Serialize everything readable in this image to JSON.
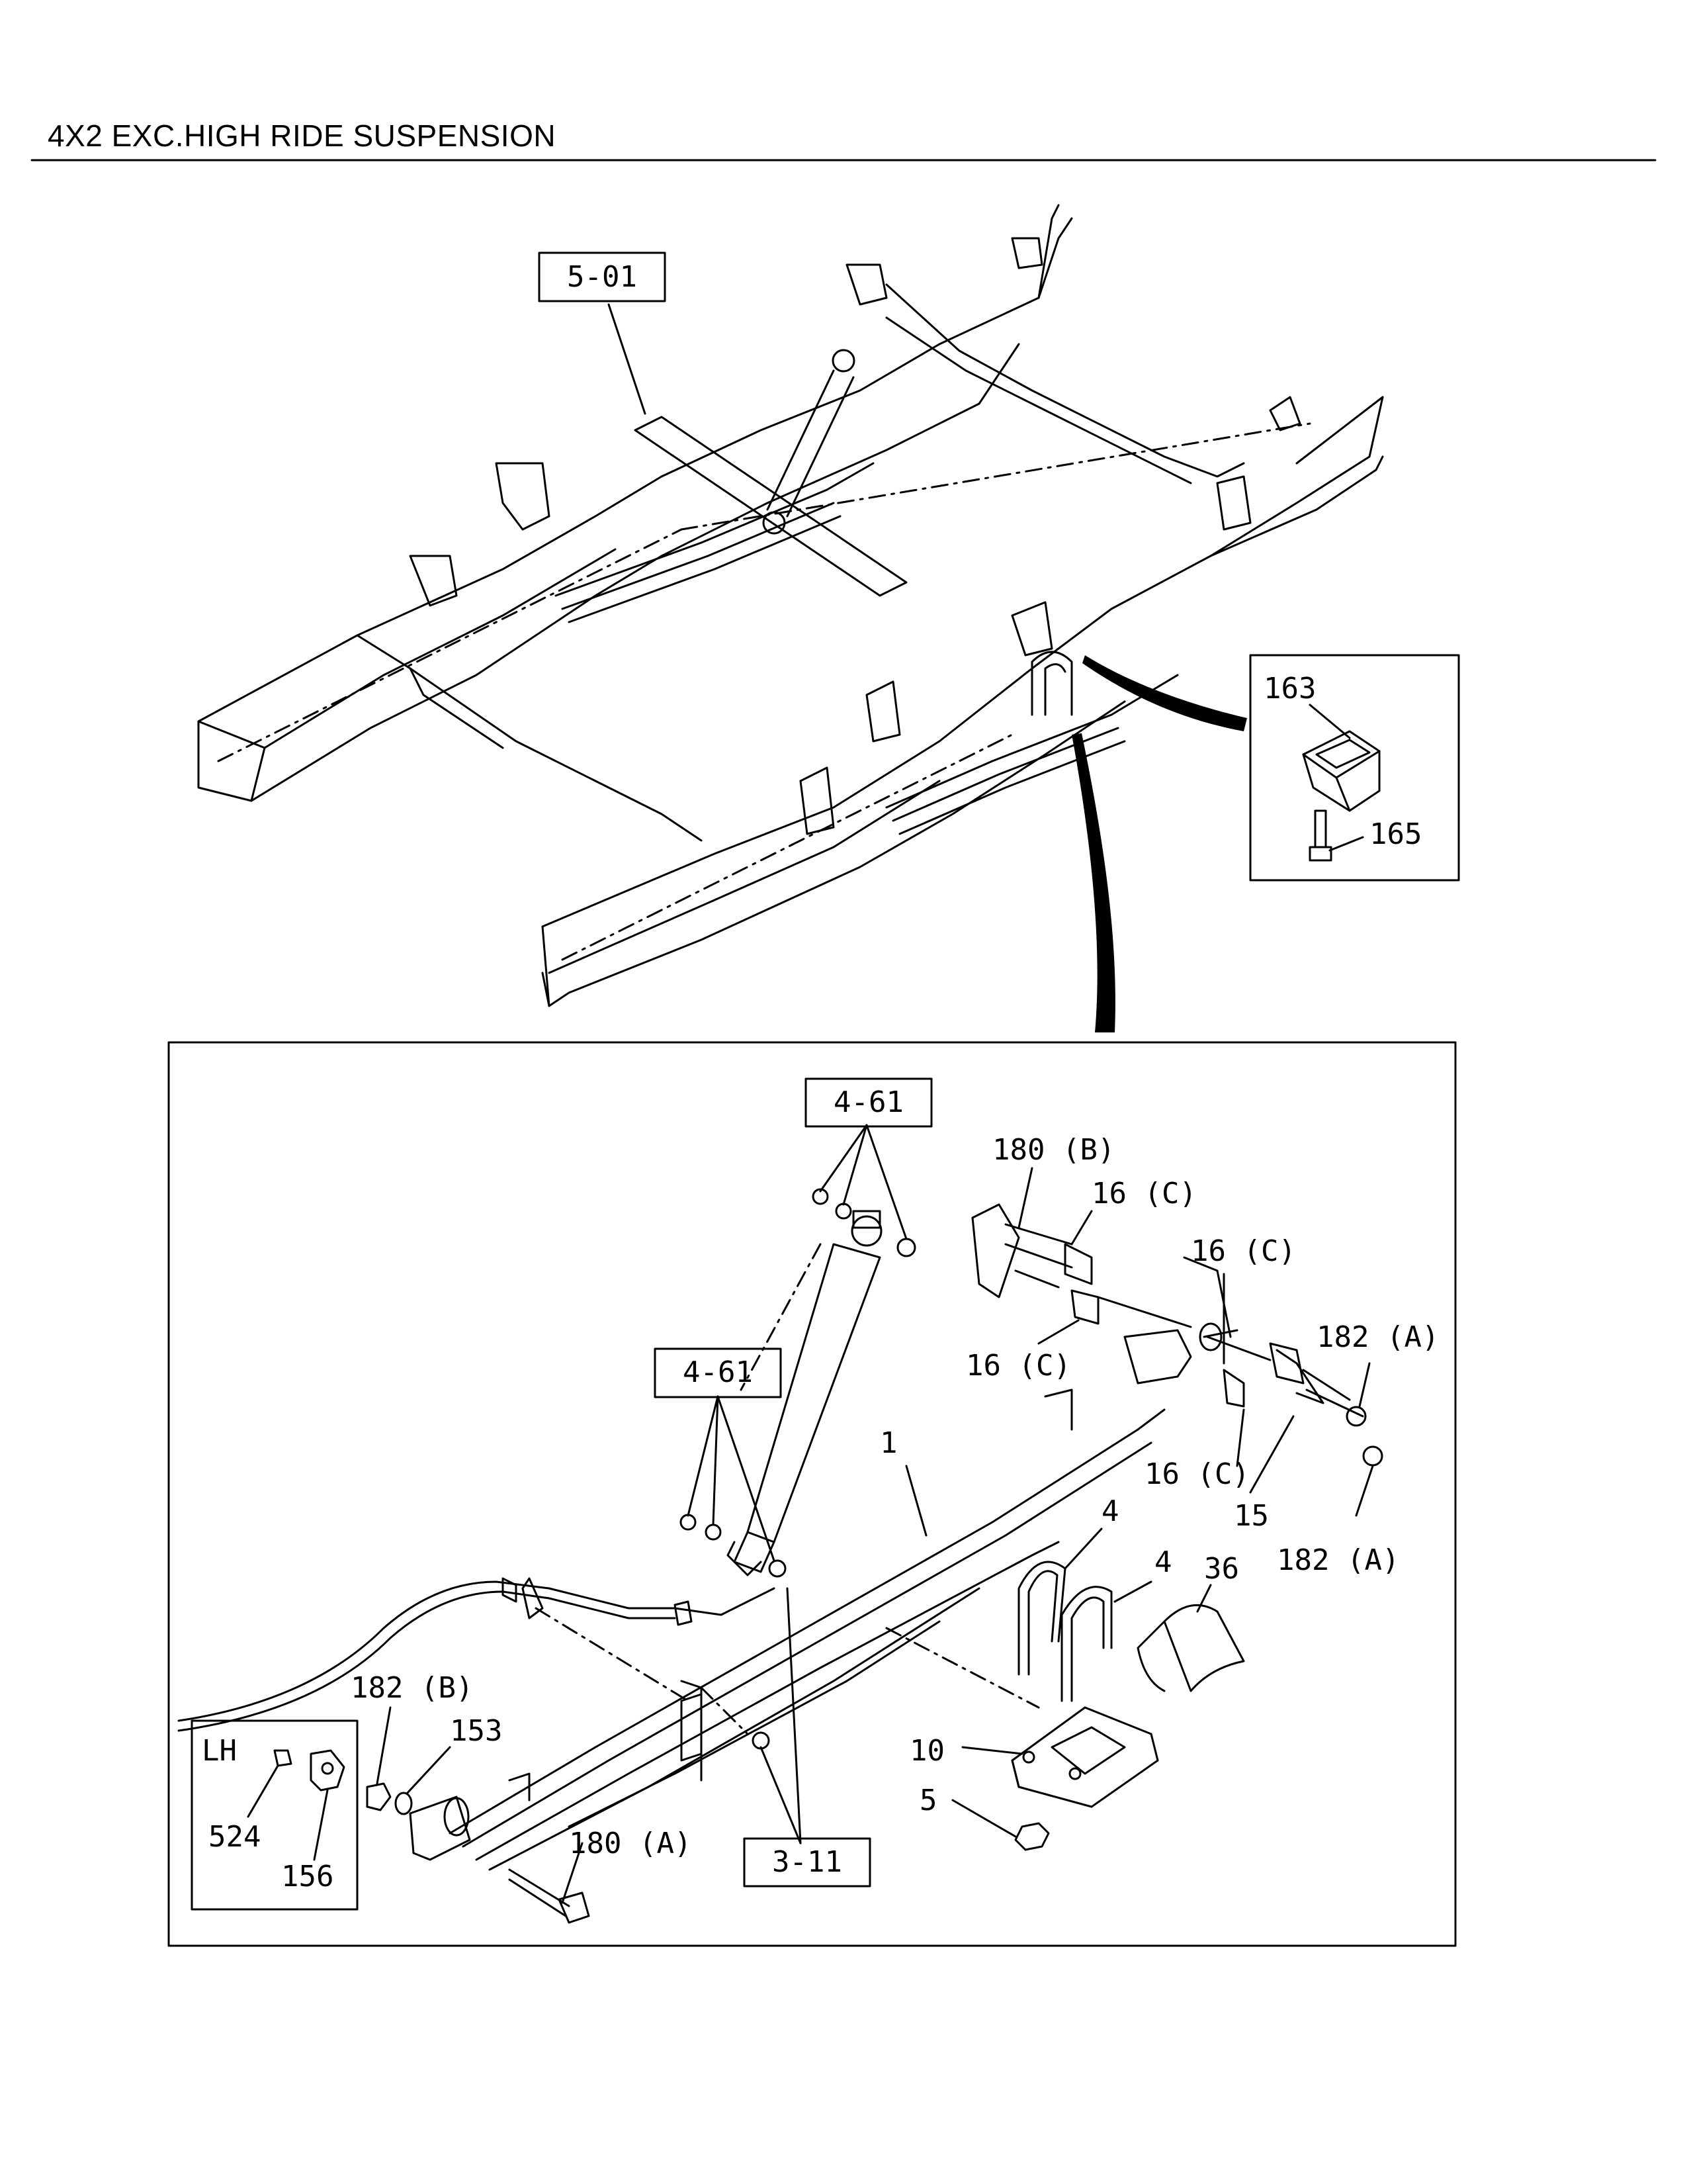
{
  "title": "4X2 EXC.HIGH RIDE SUSPENSION",
  "refs": {
    "frame": "5-01",
    "shock_upper": "4-61",
    "shock_lower": "4-61",
    "hanger": "3-11"
  },
  "inset_top_labels": {
    "p163": "163",
    "p165": "165"
  },
  "inset_lh_labels": {
    "lh": "LH",
    "p524": "524",
    "p156": "156"
  },
  "parts": {
    "p180b": "180 (B)",
    "p16c_1": "16 (C)",
    "p16c_2": "16 (C)",
    "p16c_3": "16 (C)",
    "p16c_4": "16 (C)",
    "p182a_1": "182 (A)",
    "p182a_2": "182 (A)",
    "p15": "15",
    "p1": "1",
    "p4_1": "4",
    "p4_2": "4",
    "p36": "36",
    "p182b": "182 (B)",
    "p153": "153",
    "p10": "10",
    "p5": "5",
    "p180a": "180 (A)"
  }
}
